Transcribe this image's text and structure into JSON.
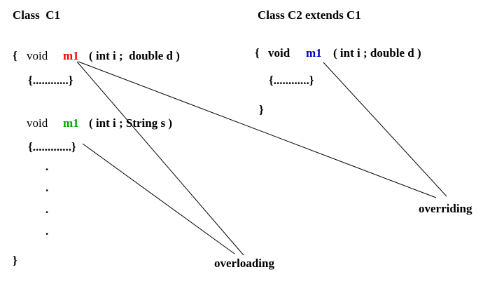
{
  "class_c1": {
    "title": "Class  C1",
    "open_brace": "{",
    "close_brace": "}",
    "method1": {
      "type": "void",
      "name": "m1",
      "params": "( int i ;  double d )",
      "body": "{............}",
      "name_color": "#ff0000"
    },
    "method2": {
      "type": "void",
      "name": "m1",
      "params": "( int i ; String s )",
      "body": "{.............}",
      "name_color": "#00aa00"
    },
    "dots": [
      ".",
      ".",
      ".",
      "."
    ]
  },
  "class_c2": {
    "title": "Class C2 extends C1",
    "open_brace": "{",
    "close_brace": "}",
    "method": {
      "type": "void",
      "name": "m1",
      "params": "( int i ; double d )",
      "body": "{............}",
      "name_color": "#0000cc"
    }
  },
  "labels": {
    "overloading": "overloading",
    "overriding": "overriding"
  }
}
